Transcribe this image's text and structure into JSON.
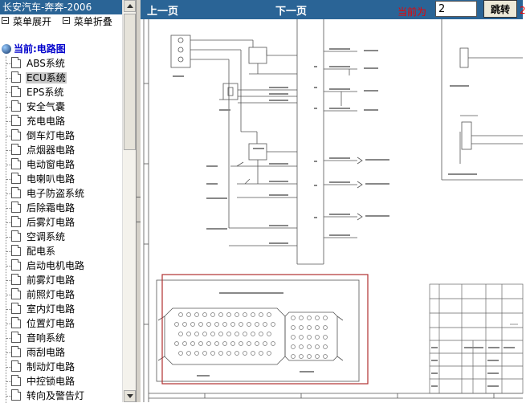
{
  "app": {
    "title": "长安汽车-奔奔-2006"
  },
  "menu": {
    "expand_label": "菜单展开",
    "collapse_label": "菜单折叠"
  },
  "tree": {
    "root_label": "当前:电路图",
    "items": [
      {
        "label": "ABS系统"
      },
      {
        "label": "ECU系统"
      },
      {
        "label": "EPS系统"
      },
      {
        "label": "安全气囊"
      },
      {
        "label": "充电电路"
      },
      {
        "label": "倒车灯电路"
      },
      {
        "label": "点烟器电路"
      },
      {
        "label": "电动窗电路"
      },
      {
        "label": "电喇叭电路"
      },
      {
        "label": "电子防盗系统"
      },
      {
        "label": "后除霜电路"
      },
      {
        "label": "后雾灯电路"
      },
      {
        "label": "空调系统"
      },
      {
        "label": "配电系"
      },
      {
        "label": "启动电机电路"
      },
      {
        "label": "前雾灯电路"
      },
      {
        "label": "前照灯电路"
      },
      {
        "label": "室内灯电路"
      },
      {
        "label": "位置灯电路"
      },
      {
        "label": "音响系统"
      },
      {
        "label": "雨刮电路"
      },
      {
        "label": "制动灯电路"
      },
      {
        "label": "中控锁电路"
      },
      {
        "label": "转向及警告灯"
      }
    ],
    "selected_index": 1
  },
  "nav": {
    "prev_label": "上一页",
    "next_label": "下一页",
    "current_label": "当前为",
    "page_value": "2",
    "jump_label": "跳转",
    "page_suffix": "2"
  },
  "colors": {
    "header_bg": "#2a6496",
    "accent_red": "#e00000",
    "tree_blue": "#0000cc"
  }
}
